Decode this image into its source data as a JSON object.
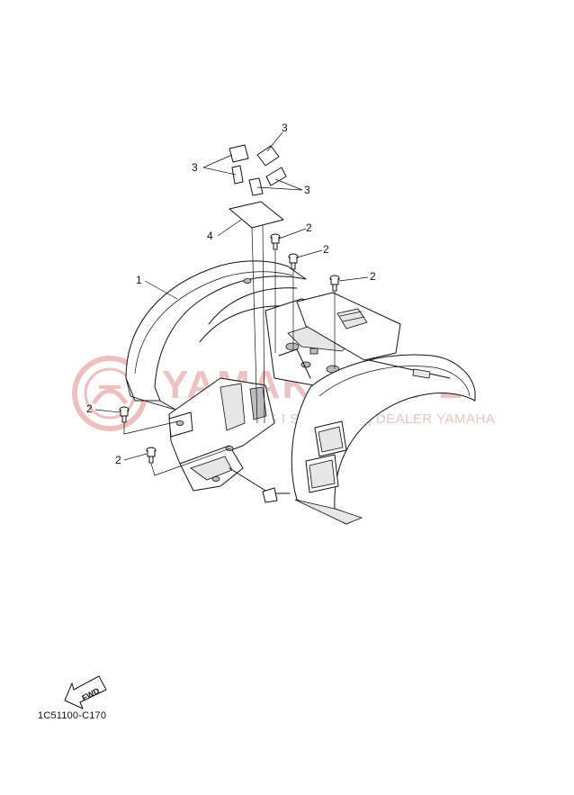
{
  "watermark": {
    "brand": "YAMAKLER.PL",
    "tagline": "SKLEP, SERWIS I SUROWCE | DEALER YAMAHA",
    "color": "#e9b9b9"
  },
  "callouts": {
    "fender": "1",
    "bolt": "2",
    "reflector": "3",
    "plate": "4"
  },
  "fwd_arrow": {
    "text": "FWD"
  },
  "drawing_code": "1C51100-C170"
}
